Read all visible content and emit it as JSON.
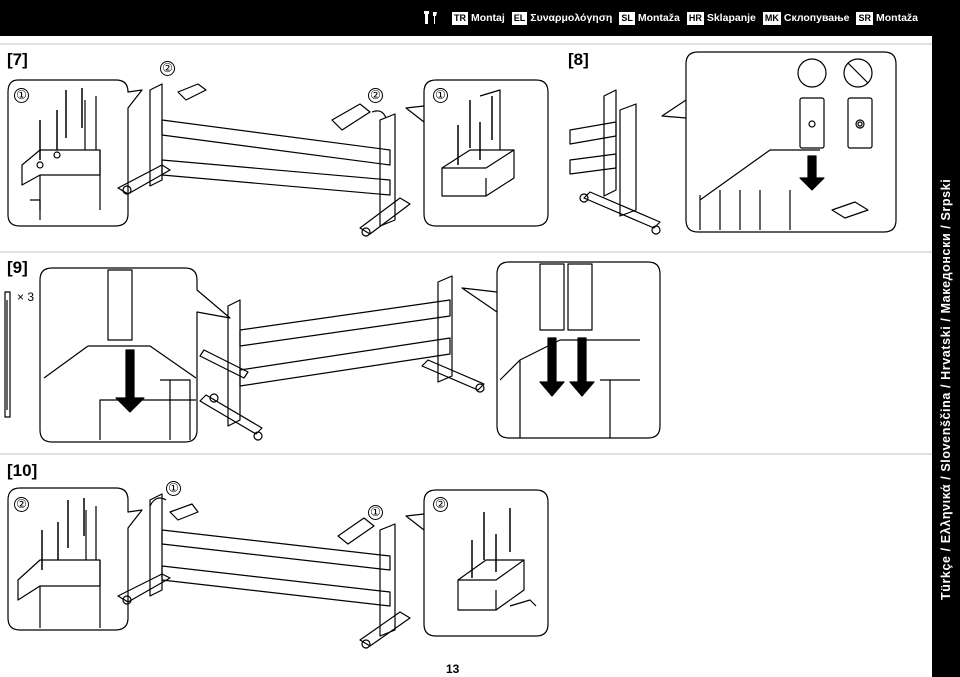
{
  "header": {
    "tool_icon": "tools-icon",
    "languages": [
      {
        "code": "TR",
        "name": "Montaj"
      },
      {
        "code": "EL",
        "name": "Συναρμολόγηση"
      },
      {
        "code": "SL",
        "name": "Montaža"
      },
      {
        "code": "HR",
        "name": "Sklapanje"
      },
      {
        "code": "MK",
        "name": "Склопување"
      },
      {
        "code": "SR",
        "name": "Montaža"
      }
    ]
  },
  "sidebar": {
    "text": "Türkçe / Ελληνικά / Slovenščina / Hrvatski / Македонски / Srpski"
  },
  "steps": {
    "s7": {
      "label": "[7]",
      "c1": "①",
      "c2": "②",
      "c2b": "②",
      "c1b": "①"
    },
    "s8": {
      "label": "[8]"
    },
    "s9": {
      "label": "[9]",
      "qty": "× 3"
    },
    "s10": {
      "label": "[10]",
      "c2": "②",
      "c1": "①",
      "c1b": "①",
      "c2b": "②"
    }
  },
  "footer": {
    "page": "13"
  }
}
